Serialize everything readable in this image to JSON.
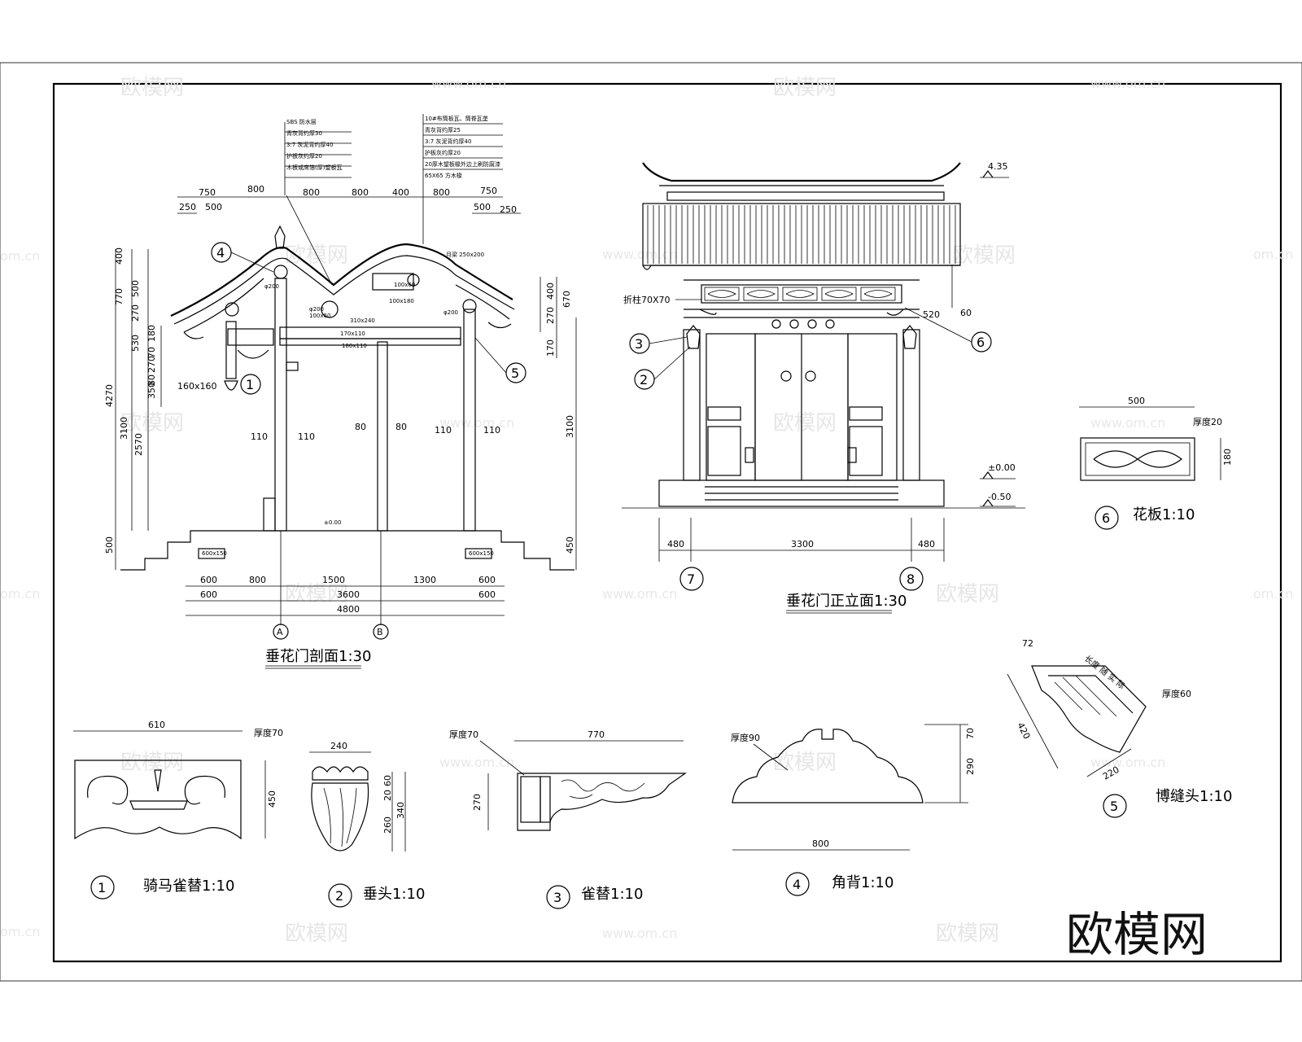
{
  "watermark": {
    "brand": "欧模网",
    "site": "www.om.cn",
    "edge": "om.cn"
  },
  "section": {
    "title": "垂花门剖面1:30",
    "dims_top1": [
      "750",
      "800",
      "800",
      "800",
      "400",
      "800",
      "750"
    ],
    "dims_top2": [
      "250",
      "500",
      "500",
      "250"
    ],
    "dims_left": [
      "400",
      "770",
      "500",
      "270",
      "530",
      "180",
      "70",
      "270",
      "80",
      "350",
      "4270",
      "3100",
      "2570",
      "500"
    ],
    "dims_right": [
      "400",
      "670",
      "270",
      "170",
      "3100",
      "450"
    ],
    "dims_bottom1": [
      "600",
      "800",
      "1500",
      "1300",
      "600"
    ],
    "dims_bottom2": [
      "600",
      "3600",
      "600"
    ],
    "dims_bottom3": "4800",
    "col_dims": [
      "110",
      "110",
      "80",
      "80",
      "110",
      "110"
    ],
    "members": [
      "φ200",
      "100x60",
      "310x240",
      "170x110",
      "180x110",
      "φ200",
      "100x60",
      "100x180",
      "φ200",
      "月梁 250x200",
      "160x160",
      "600x150",
      "600x150",
      "±0.00"
    ],
    "callouts": [
      "4",
      "1",
      "5"
    ],
    "grid": [
      "A",
      "B"
    ],
    "notes_left": [
      "SBS 防水层",
      "青灰背约厚30",
      "3:7 灰泥背约厚40",
      "护板灰约厚20",
      "木板或席箔(厚)望板瓦"
    ],
    "notes_right": [
      "10#布筒板瓦、筒脊瓦垄",
      "青灰背约厚25",
      "3:7 灰泥背约厚40",
      "护板灰约厚20",
      "20厚木望板椽外边上刷防腐漆",
      "65X65 方木椽"
    ]
  },
  "elevation": {
    "title": "垂花门正立面1:30",
    "level_top": "4.35",
    "level_zero": "±0.00",
    "level_neg": "-0.50",
    "label_post": "折柱70X70",
    "dim_520": "520",
    "dim_60": "60",
    "dims_bottom": [
      "480",
      "3300",
      "480"
    ],
    "callouts": [
      "3",
      "2",
      "6"
    ],
    "grid": [
      "7",
      "8"
    ]
  },
  "details": [
    {
      "num": "1",
      "title": "骑马雀替1:10",
      "width": "610",
      "height": "450",
      "thick": "厚度70"
    },
    {
      "num": "2",
      "title": "垂头1:10",
      "width": "240",
      "dims": [
        "60",
        "20",
        "260",
        "340"
      ]
    },
    {
      "num": "3",
      "title": "雀替1:10",
      "width": "770",
      "height": "270",
      "thick": "厚度70"
    },
    {
      "num": "4",
      "title": "角背1:10",
      "width": "800",
      "dims": [
        "70",
        "290"
      ],
      "thick": "厚度90"
    },
    {
      "num": "5",
      "title": "博缝头1:10",
      "dims": [
        "72",
        "420",
        "220"
      ],
      "thick": "厚度60",
      "note": "长度 随 实 际"
    },
    {
      "num": "6",
      "title": "花板1:10",
      "width": "500",
      "height": "180",
      "thick": "厚度20"
    }
  ]
}
